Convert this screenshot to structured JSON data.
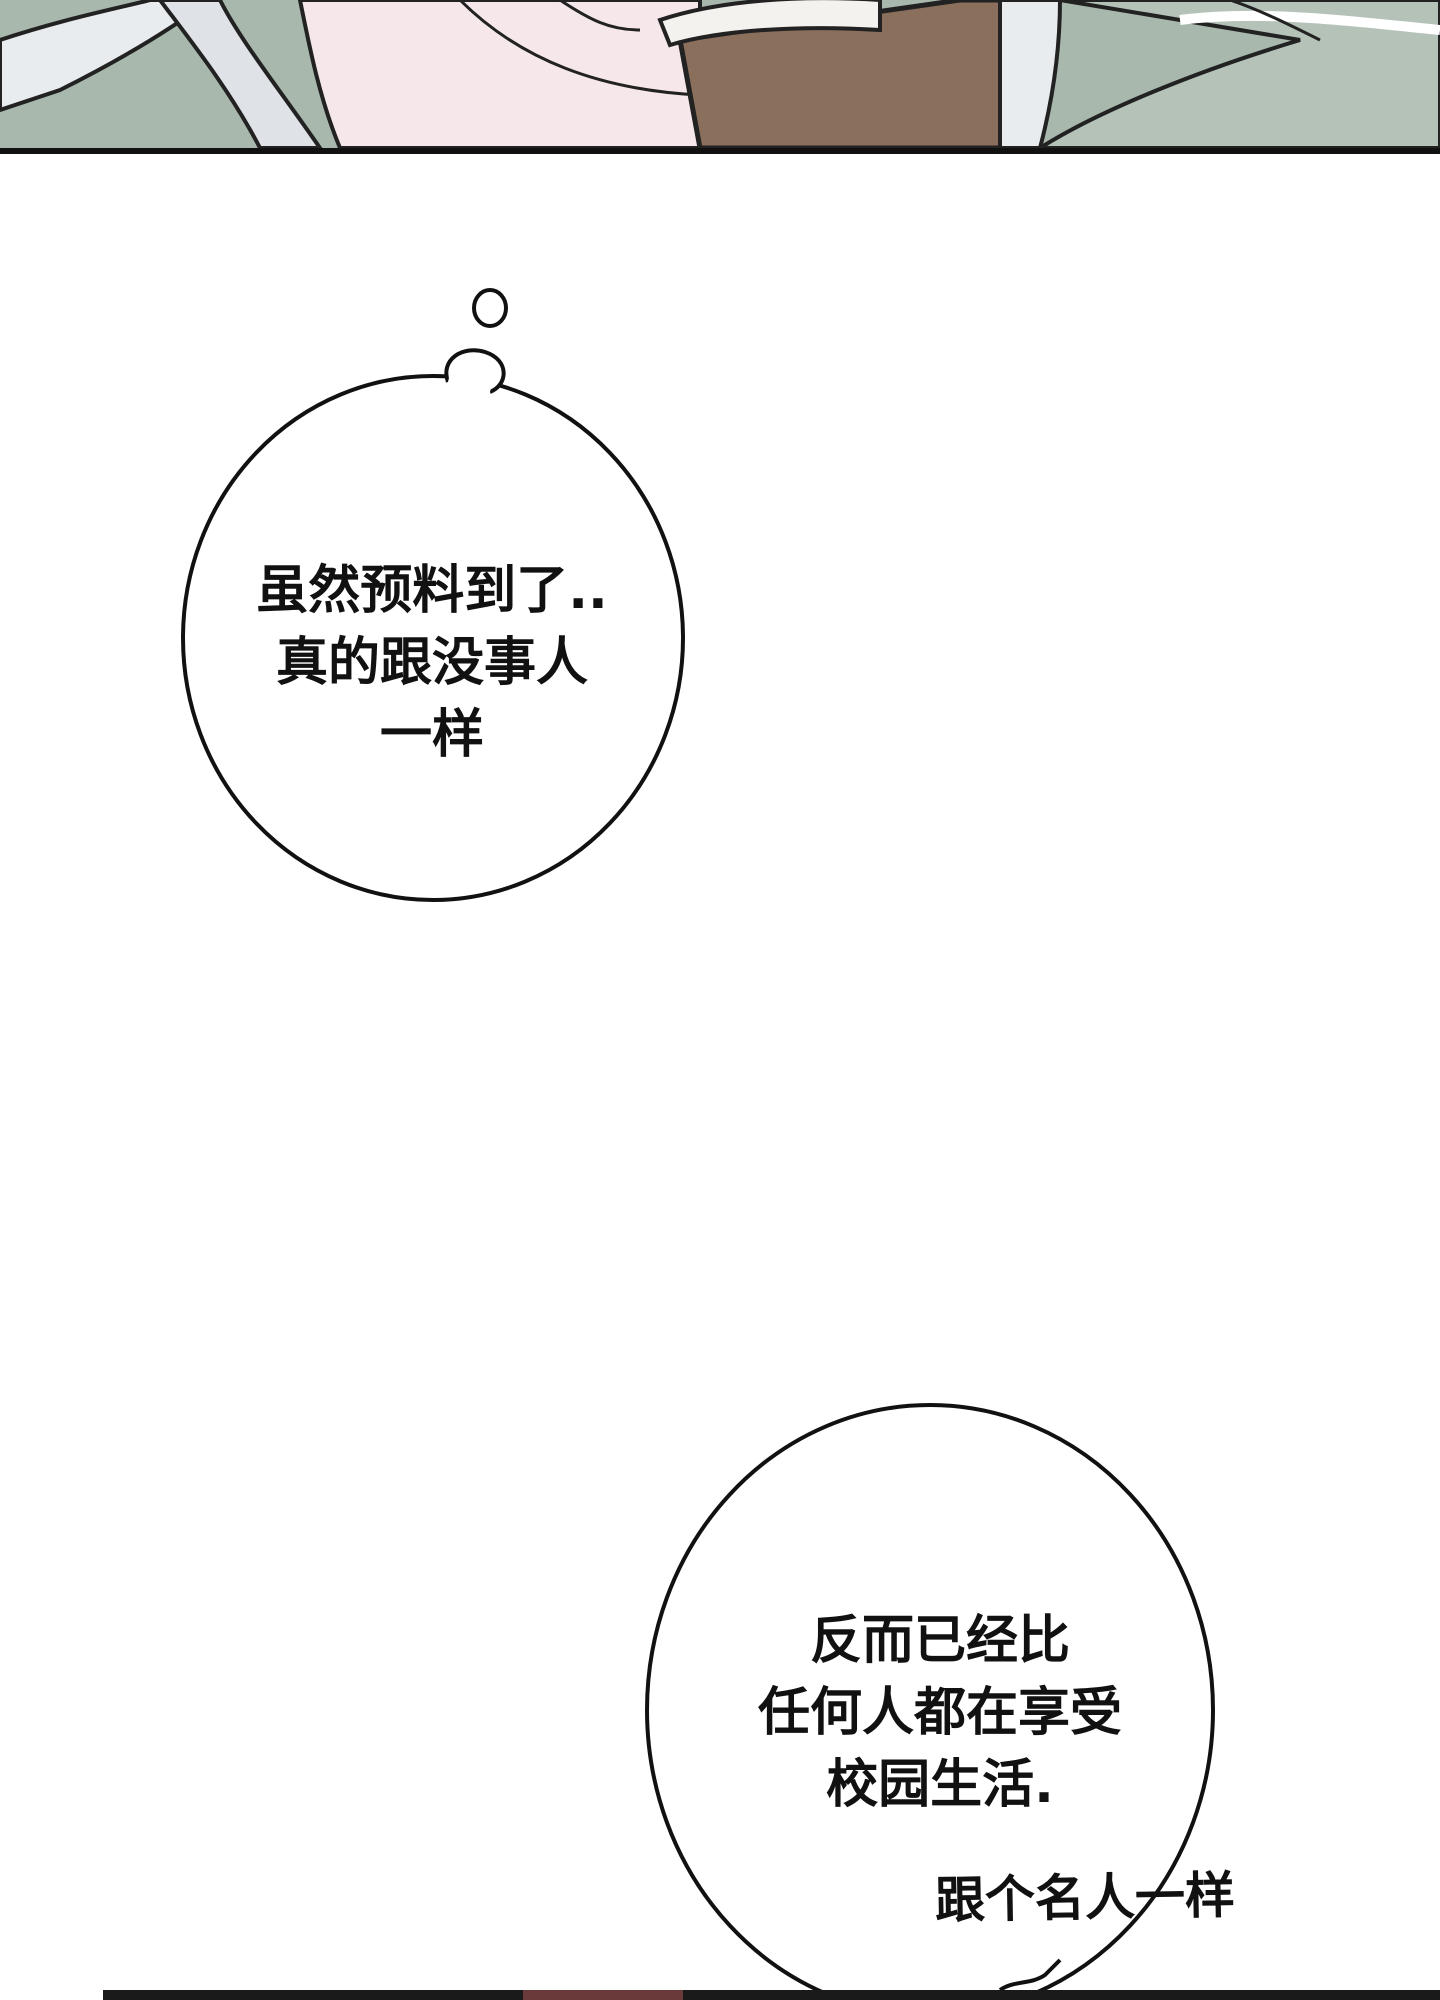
{
  "bubble_1": {
    "lines": [
      "虽然预料到了..",
      "真的跟没事人",
      "一样"
    ]
  },
  "bubble_2": {
    "lines": [
      "反而已经比",
      "任何人都在享受",
      "校园生活."
    ]
  },
  "side_text": "跟个名人一样",
  "colors": {
    "panel_bg": "#a9b8ad",
    "ink": "#111111",
    "cup": "#8a6f5c",
    "skin": "#f2e3e6"
  }
}
